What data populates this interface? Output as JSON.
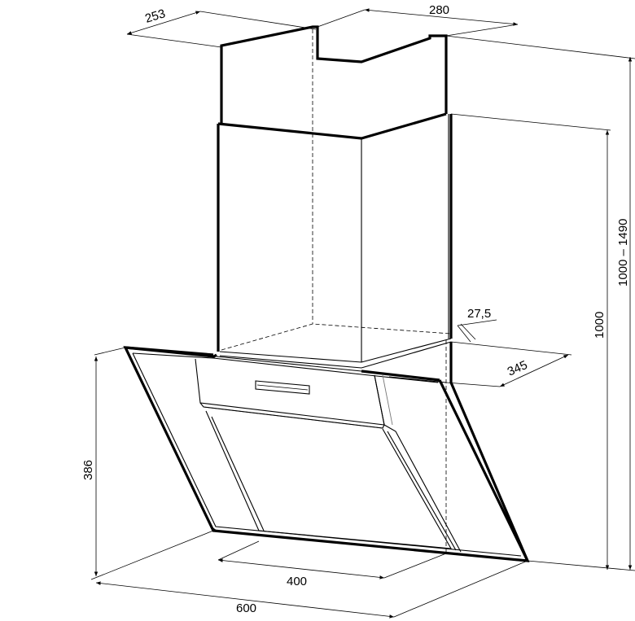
{
  "dimensions": {
    "chimney_depth": "253",
    "chimney_width": "280",
    "total_height": "1000 – 1490",
    "chimney_height": "1000",
    "wall_gap": "27,5",
    "hood_depth": "345",
    "hood_height": "386",
    "glass_width": "400",
    "hood_width": "600"
  },
  "colors": {
    "line": "#000000",
    "grey_line": "#777777",
    "background": "#ffffff"
  }
}
